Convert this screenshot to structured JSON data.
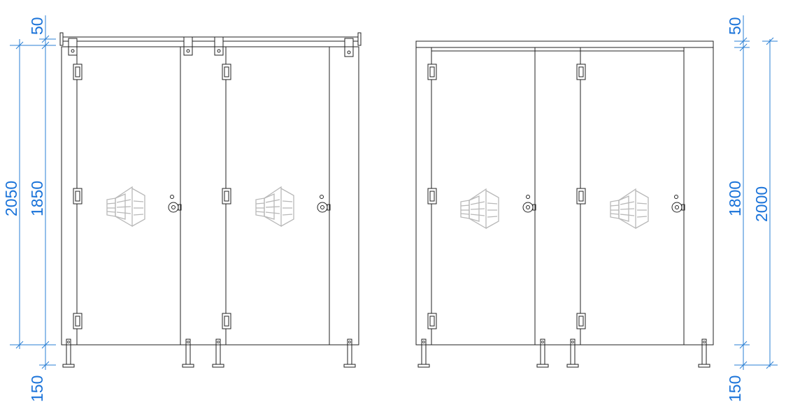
{
  "colors": {
    "line": "#222222",
    "dimension": "#1a73d9",
    "logo": "#b8b8b8",
    "background": "#ffffff"
  },
  "left_elevation": {
    "dims": {
      "top_rail": "50",
      "overall": "2050",
      "panel": "1850",
      "legs": "150"
    }
  },
  "right_elevation": {
    "dims": {
      "top_rail": "50",
      "panel": "1800",
      "overall": "2000",
      "legs": "150"
    }
  }
}
